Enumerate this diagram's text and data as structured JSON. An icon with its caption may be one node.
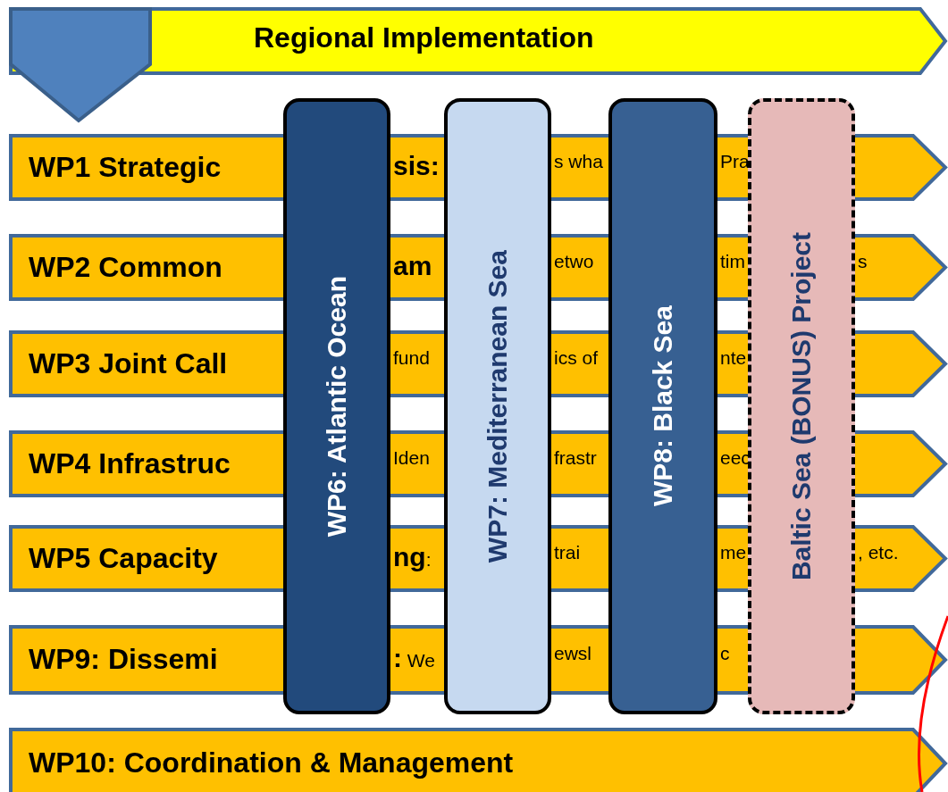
{
  "diagram": {
    "nodes": [
      {
        "text": [
          "Regional Implementation"
        ]
      },
      {
        "text": [
          "WP1 Strategic",
          "**sis:**",
          "s wha",
          "Pra"
        ]
      },
      {
        "text": [
          "WP2 Common",
          "**am**",
          "etwo",
          "tim",
          "s"
        ]
      },
      {
        "text": [
          "WP3 Joint Call",
          "fund",
          "ics of",
          "nte"
        ]
      },
      {
        "text": [
          "WP4 Infrastruc",
          "Iden",
          "frastr",
          "eec"
        ]
      },
      {
        "text": [
          "WP5 Capacity",
          "**ng**:",
          "trai",
          "me",
          ", etc."
        ]
      },
      {
        "text": [
          "WP9:  Dissemi",
          "**:** We",
          "ewsl",
          "c"
        ]
      },
      {
        "text": [
          "WP10: Coordination & Management"
        ]
      },
      {
        "text": [
          "WP6: Atlantic Ocean"
        ]
      },
      {
        "text": [
          "WP7: Mediterranean Sea"
        ]
      },
      {
        "text": [
          "WP8: Black Sea"
        ]
      },
      {
        "text": [
          "Baltic Sea (BONUS) Project"
        ]
      }
    ],
    "edges": []
  }
}
